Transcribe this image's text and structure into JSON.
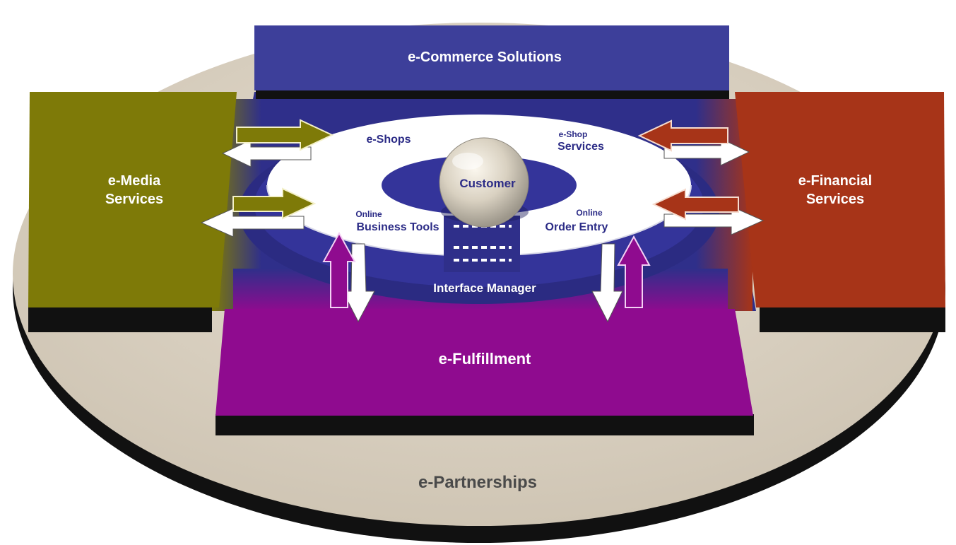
{
  "diagram": {
    "platform_label": "e-Partnerships",
    "core": {
      "label": "Customer",
      "ring_label": "Interface Manager"
    },
    "inner_services": {
      "top_left": "e-Shops",
      "top_right_line1": "e-Shop",
      "top_right_line2": "Services",
      "bottom_left_line1": "Online",
      "bottom_left_line2": "Business Tools",
      "bottom_right_line1": "Online",
      "bottom_right_line2": "Order Entry"
    },
    "blocks": {
      "top": {
        "label": "e-Commerce Solutions",
        "color": "#3d3f9a"
      },
      "left": {
        "line1": "e-Media",
        "line2": "Services",
        "color": "#7e7a08"
      },
      "right": {
        "line1": "e-Financial",
        "line2": "Services",
        "color": "#a73418"
      },
      "bottom": {
        "label": "e-Fulfillment",
        "color": "#8f0b8f"
      }
    },
    "colors": {
      "platform": "#d8cfc0",
      "ring": "#2f2f8a",
      "arrow_white": "#ffffff",
      "arrow_olive": "#7e7a08",
      "arrow_rust": "#a73418",
      "arrow_purple": "#8f0b8f"
    }
  }
}
